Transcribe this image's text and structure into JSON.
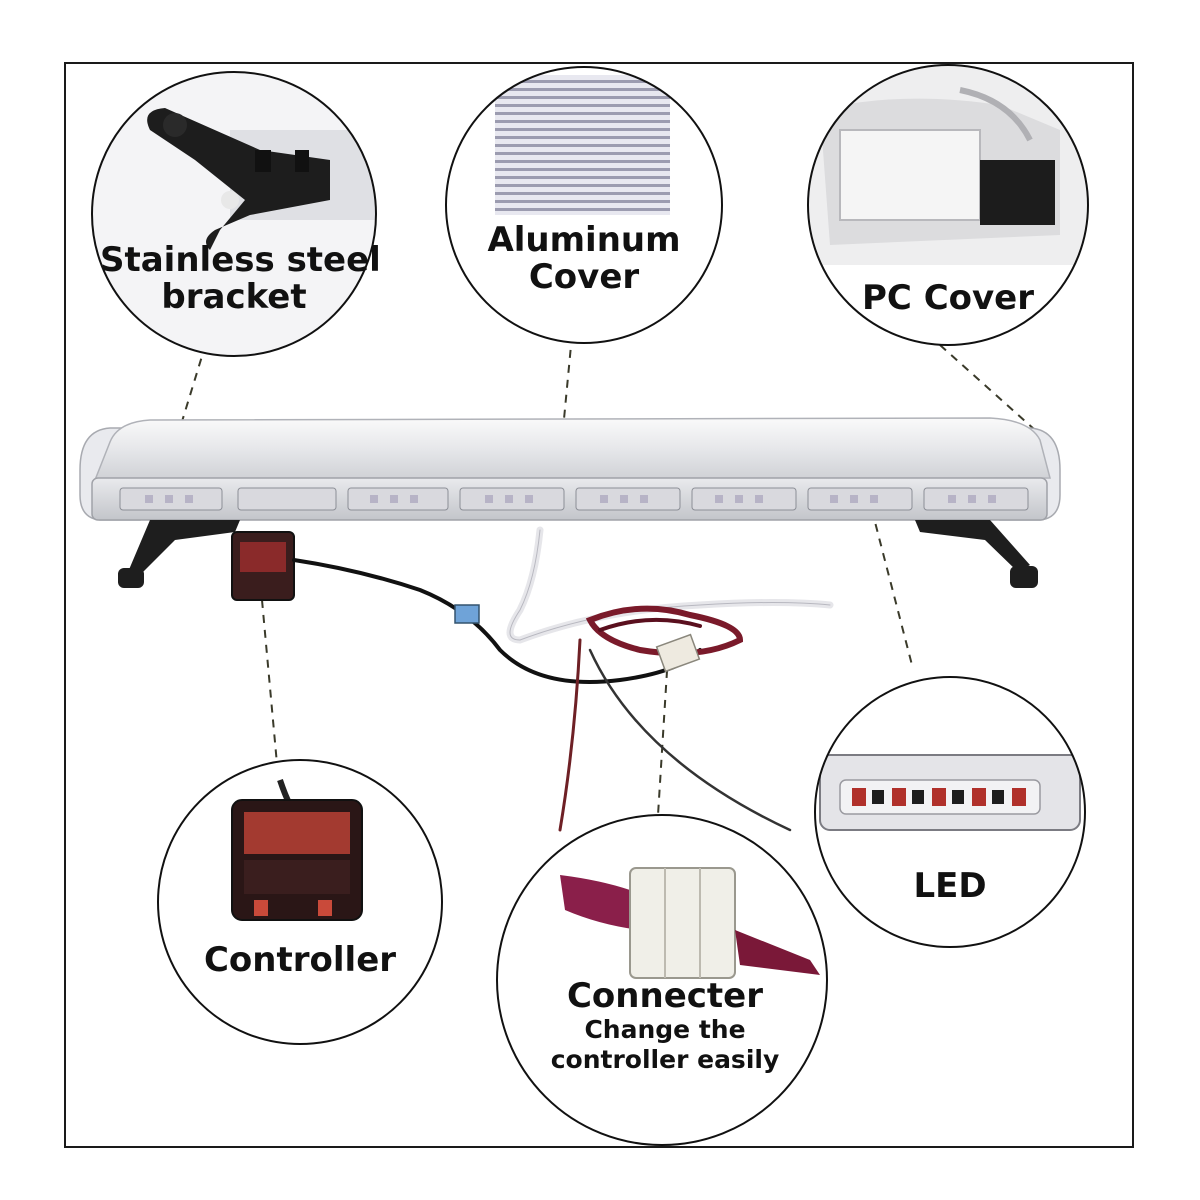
{
  "callouts": {
    "bracket": {
      "label_line1": "Stainless steel",
      "label_line2": "bracket"
    },
    "aluminum": {
      "label_line1": "Aluminum",
      "label_line2": "Cover"
    },
    "pc": {
      "label": "PC Cover"
    },
    "led": {
      "label": "LED"
    },
    "controller": {
      "label": "Controller"
    },
    "connecter": {
      "label": "Connecter",
      "sub_line1": "Change the",
      "sub_line2": "controller easily"
    }
  },
  "colors": {
    "border": "#1a1a1a",
    "leader_line": "#3a3a2a",
    "wire_red": "#7a1a2a",
    "led_red": "#b0302a"
  }
}
